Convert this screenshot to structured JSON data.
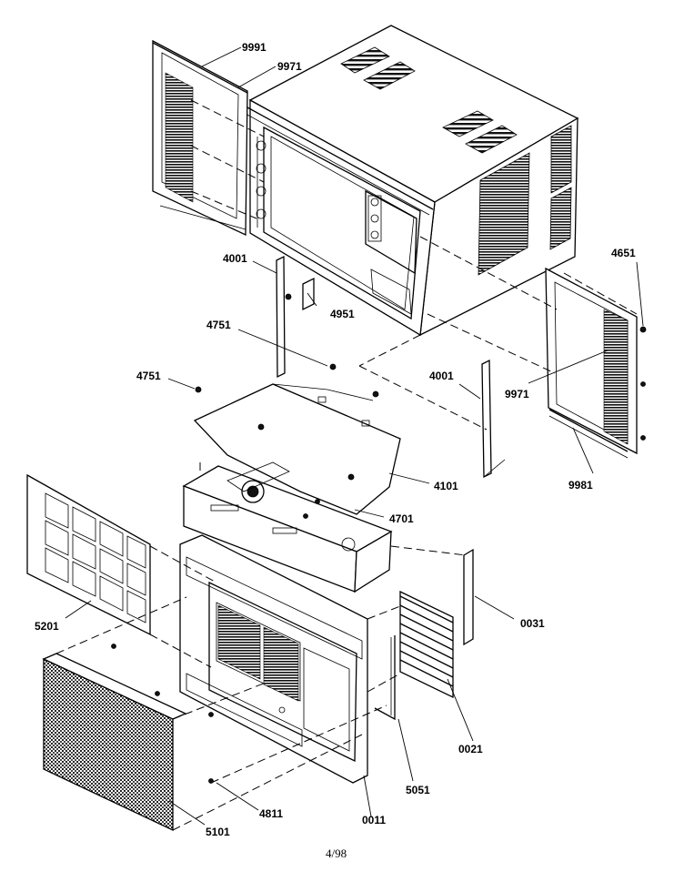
{
  "page": {
    "footer": "4/98"
  },
  "callouts": {
    "c9991a": "9991",
    "c9971a": "9971",
    "c4001a": "4001",
    "c4951": "4951",
    "c4751a": "4751",
    "c4751b": "4751",
    "c4001b": "4001",
    "c4651": "4651",
    "c9971b": "9971",
    "c9981": "9981",
    "c4101": "4101",
    "c4701": "4701",
    "c5201": "5201",
    "c0031": "0031",
    "c0021": "0021",
    "c5051": "5051",
    "c0011": "0011",
    "c4811": "4811",
    "c5101": "5101"
  },
  "colors": {
    "ink": "#000000",
    "paper": "#ffffff"
  }
}
